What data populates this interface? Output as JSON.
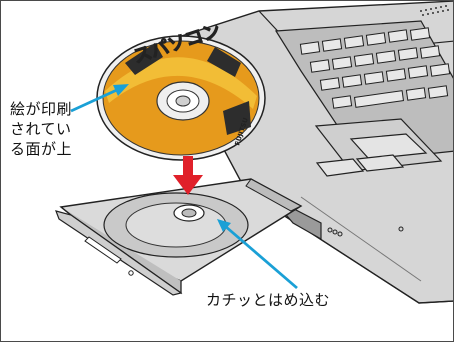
{
  "callouts": {
    "label_side_lines": [
      "絵が印刷",
      "されてい",
      "る面が上"
    ],
    "snap_in": "カチッとはめ込む"
  },
  "disc": {
    "title_text": "スパソコン",
    "brand_text": "FUJITSU"
  },
  "colors": {
    "callout_arrow": "#1aa0d6",
    "down_arrow": "#e0202a",
    "disc_label": "#e69a1c",
    "laptop_body": "#d9d9d9",
    "outline": "#222222"
  },
  "icons": {
    "down_arrow": "down-arrow-icon",
    "callout_arrow": "callout-arrow-icon"
  }
}
